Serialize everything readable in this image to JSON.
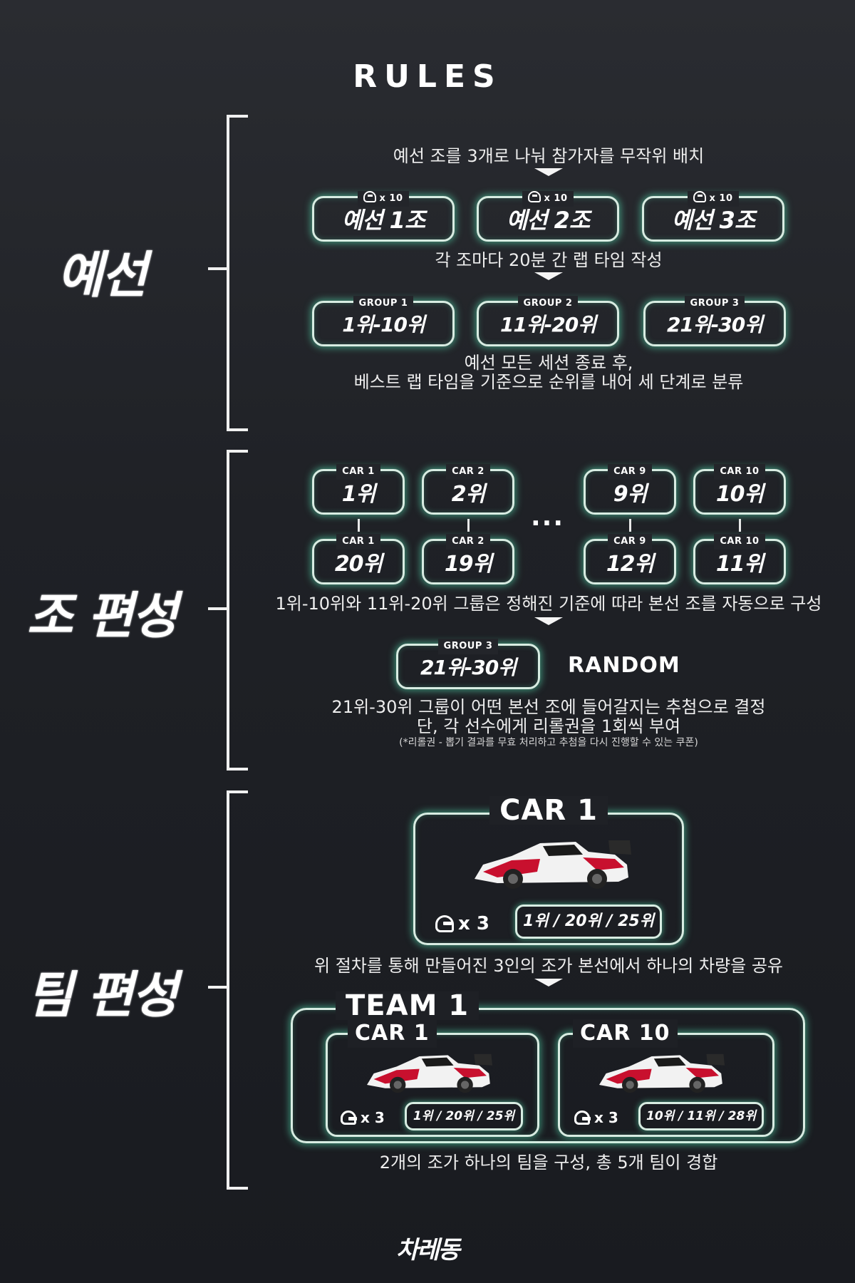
{
  "title": "RULES",
  "sections": {
    "qualifying": "예선",
    "grouping": "조 편성",
    "teams": "팀 편성"
  },
  "qualifying": {
    "desc1": "예선 조를 3개로 나눠 참가자를 무작위 배치",
    "heats": [
      {
        "count": "x 10",
        "label": "예선 1조"
      },
      {
        "count": "x 10",
        "label": "예선 2조"
      },
      {
        "count": "x 10",
        "label": "예선 3조"
      }
    ],
    "desc2": "각 조마다 20분 간 랩 타임 작성",
    "groups": [
      {
        "label": "GROUP 1",
        "range": "1위-10위"
      },
      {
        "label": "GROUP 2",
        "range": "11위-20위"
      },
      {
        "label": "GROUP 3",
        "range": "21위-30위"
      }
    ],
    "desc3_line1": "예선 모든 세션 종료 후,",
    "desc3_line2": "베스트 랩 타임을 기준으로 순위를 내어 세 단계로 분류"
  },
  "grouping": {
    "top_cars": [
      {
        "car": "CAR 1",
        "rank": "1위"
      },
      {
        "car": "CAR 2",
        "rank": "2위"
      },
      {
        "car": "CAR 9",
        "rank": "9위"
      },
      {
        "car": "CAR 10",
        "rank": "10위"
      }
    ],
    "bottom_cars": [
      {
        "car": "CAR 1",
        "rank": "20위"
      },
      {
        "car": "CAR 2",
        "rank": "19위"
      },
      {
        "car": "CAR 9",
        "rank": "12위"
      },
      {
        "car": "CAR 10",
        "rank": "11위"
      }
    ],
    "ellipsis": "...",
    "desc1": "1위-10위와 11위-20위 그룹은 정해진 기준에 따라 본선 조를 자동으로 구성",
    "group3_label": "GROUP 3",
    "group3_range": "21위-30위",
    "random": "RANDOM",
    "desc2_line1": "21위-30위 그룹이 어떤 본선 조에 들어갈지는 추첨으로 결정",
    "desc2_line2": "단, 각 선수에게 리롤권을 1회씩 부여",
    "note": "(*리롤권 - 뽑기 결과를 무효 처리하고 추첨을 다시 진행할 수 있는 쿠폰)"
  },
  "teams": {
    "car_box_title": "CAR 1",
    "car_box_count": "x 3",
    "car_box_ranks": "1위 / 20위 / 25위",
    "desc1": "위 절차를 통해 만들어진 3인의 조가 본선에서 하나의 차량을 공유",
    "team_title": "TEAM 1",
    "team_cars": [
      {
        "title": "CAR 1",
        "count": "x 3",
        "ranks": "1위 / 20위 / 25위"
      },
      {
        "title": "CAR 10",
        "count": "x 3",
        "ranks": "10위 / 11위 / 28위"
      }
    ],
    "desc2": "2개의 조가 하나의 팀을 구성, 총 5개 팀이 경합"
  },
  "footer_logo": "차레동",
  "colors": {
    "background": "#1f2126",
    "glow": "#5aebb9",
    "border": "#d8ece2",
    "car_red": "#c8102e",
    "car_white": "#f2f2f2"
  }
}
